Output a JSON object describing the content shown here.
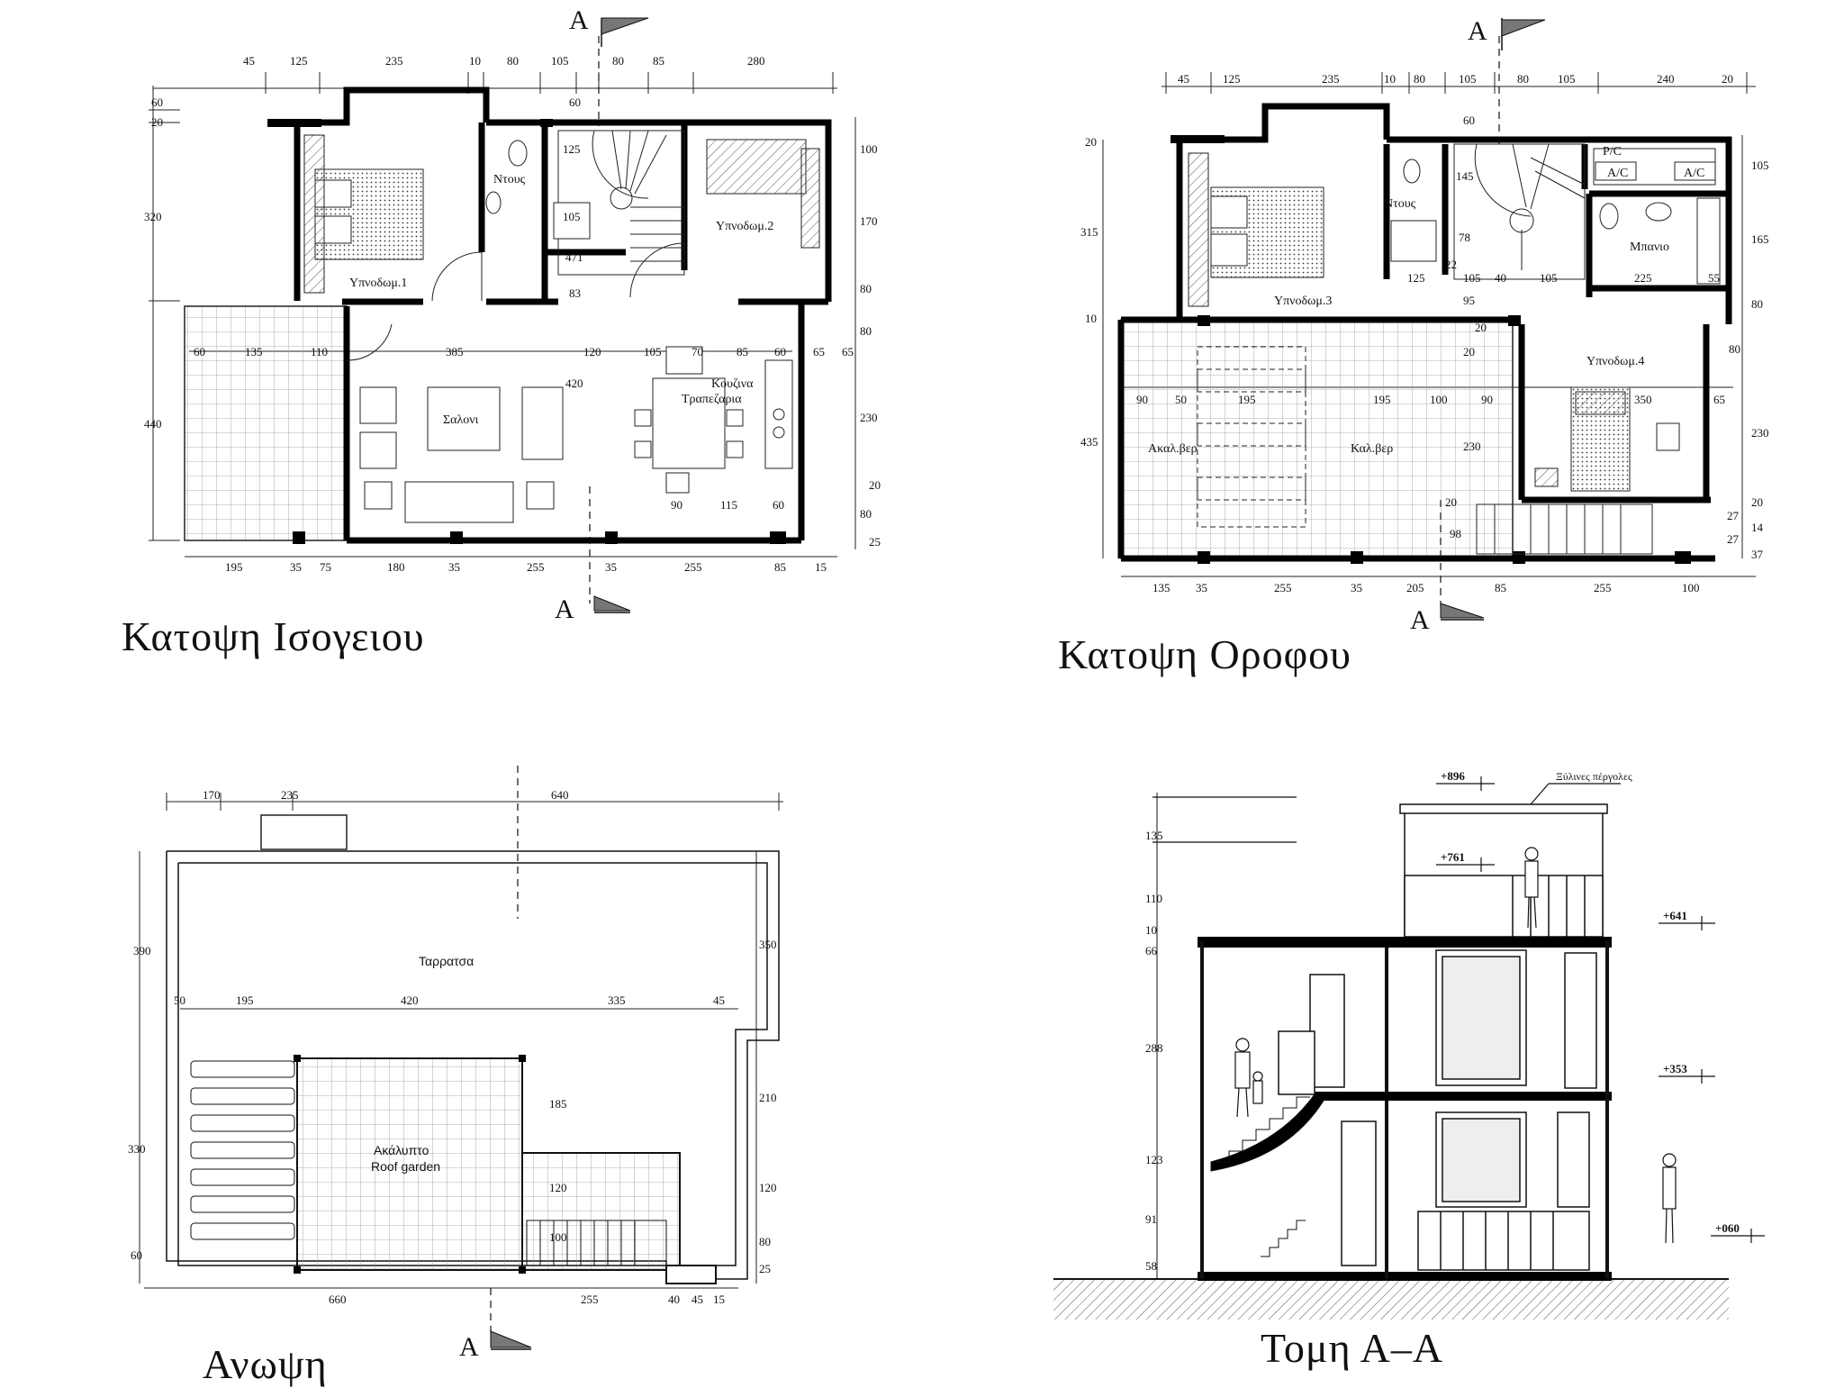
{
  "captions": {
    "ground_floor": "Κατοψη Ισογειου",
    "first_floor": "Κατοψη Οροφου",
    "roof": "Ανωψη",
    "section": "Τομη Α–Α"
  },
  "section_marker": "A",
  "ground_floor": {
    "rooms": {
      "bedroom1": "Υπνοδωμ.1",
      "bedroom2": "Υπνοδωμ.2",
      "shower": "Ντους",
      "living": "Σαλονι",
      "kitchen": "Κουζινα",
      "dining": "Τραπεζαρια"
    },
    "top_dims": [
      "45",
      "125",
      "235",
      "10",
      "80",
      "105",
      "80",
      "85",
      "280"
    ],
    "bottom_dims": [
      "195",
      "35",
      "75",
      "180",
      "35",
      "255",
      "35",
      "255",
      "85",
      "15"
    ],
    "left_dims": [
      "60",
      "20",
      "320",
      "440"
    ],
    "right_dims": [
      "100",
      "170",
      "80",
      "80",
      "230",
      "20",
      "80",
      "25"
    ],
    "mid_dims": [
      "60",
      "135",
      "110",
      "385",
      "120",
      "105",
      "70",
      "85",
      "60",
      "65",
      "65"
    ],
    "inner_dims": [
      "60",
      "125",
      "105",
      "471",
      "83",
      "420",
      "90",
      "115",
      "60"
    ]
  },
  "first_floor": {
    "rooms": {
      "bedroom3": "Υπνοδωμ.3",
      "bedroom4": "Υπνοδωμ.4",
      "shower": "Ντους",
      "bath": "Μπανιο",
      "veranda_open": "Ακαλ.βερ",
      "veranda": "Καλ.βερ",
      "pc": "P/C",
      "ac1": "A/C",
      "ac2": "A/C"
    },
    "top_dims": [
      "45",
      "125",
      "235",
      "10",
      "80",
      "105",
      "80",
      "105",
      "240",
      "20"
    ],
    "bottom_dims": [
      "135",
      "35",
      "255",
      "35",
      "205",
      "85",
      "255",
      "100"
    ],
    "left_dims": [
      "20",
      "315",
      "10",
      "435"
    ],
    "right_dims": [
      "105",
      "165",
      "80",
      "80",
      "230",
      "20",
      "27",
      "14",
      "27",
      "37"
    ],
    "mid_dims": [
      "90",
      "50",
      "195",
      "195",
      "100",
      "90",
      "350",
      "65"
    ],
    "inner_dims": [
      "60",
      "145",
      "78",
      "22",
      "125",
      "105",
      "40",
      "105",
      "225",
      "55",
      "95",
      "20",
      "20",
      "230",
      "20",
      "98"
    ]
  },
  "roof": {
    "labels": {
      "terrace": "Ταρρατσα",
      "roof_garden_gr": "Ακάλυπτο",
      "roof_garden_en": "Roof garden"
    },
    "top_dims": [
      "170",
      "235",
      "640"
    ],
    "mid_dims": [
      "50",
      "195",
      "420",
      "335",
      "45"
    ],
    "bottom_dims": [
      "660",
      "255",
      "40",
      "45",
      "15"
    ],
    "left_dims": [
      "390",
      "330",
      "60"
    ],
    "right_dims": [
      "350",
      "210",
      "120",
      "80",
      "25"
    ],
    "inner_dims": [
      "185",
      "120",
      "100"
    ]
  },
  "section": {
    "levels": [
      "+896",
      "+761",
      "+641",
      "+353",
      "+060"
    ],
    "pergola_label": "Ξύλινες πέργολες",
    "left_dims": [
      "135",
      "110",
      "10",
      "66",
      "288",
      "123",
      "91",
      "58"
    ]
  }
}
